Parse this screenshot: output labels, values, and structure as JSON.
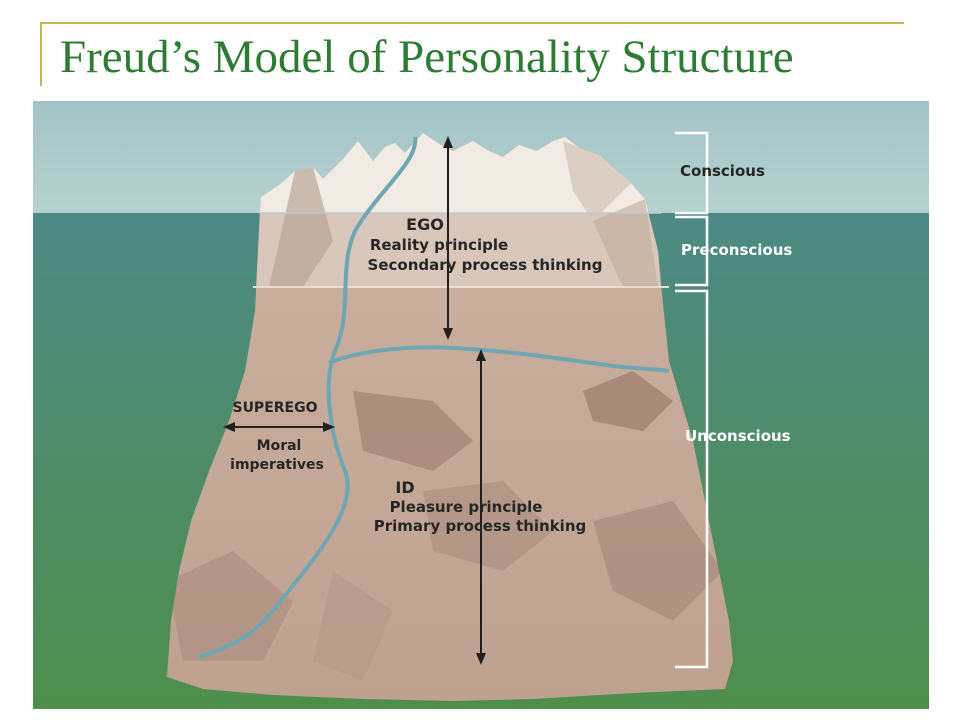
{
  "slide": {
    "title": "Freud’s Model of Personality Structure"
  },
  "diagram": {
    "ego": {
      "name": "EGO",
      "line1": "Reality principle",
      "line2": "Secondary process thinking"
    },
    "id": {
      "name": "ID",
      "line1": "Pleasure principle",
      "line2": "Primary process thinking"
    },
    "superego": {
      "name": "SUPEREGO",
      "line1": "Moral",
      "line2": "imperatives"
    },
    "levels": {
      "conscious": "Conscious",
      "preconscious": "Preconscious",
      "unconscious": "Unconscious"
    }
  },
  "colors": {
    "title": "#2e7c34",
    "frame": "#c8b454",
    "sky": "#a9c8c8",
    "water_top": "#4d8a86",
    "water_bottom": "#4e8e4c",
    "ice_above": "#ece3da",
    "ice_below": "#c8ab9b",
    "divider": "#6fa6b4"
  }
}
